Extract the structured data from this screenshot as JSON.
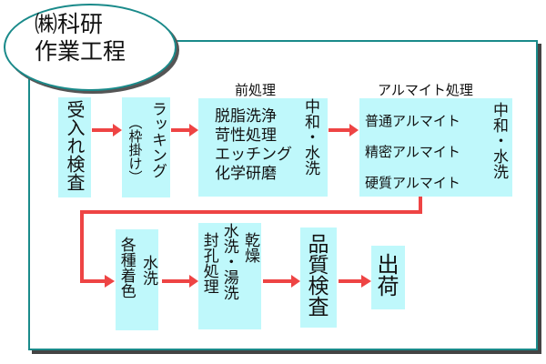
{
  "title": {
    "line1": "㈱科研",
    "line2": "作業工程"
  },
  "row1": {
    "receiving": "受入れ検査",
    "racking": "ラッキング",
    "racking_note": "（枠掛け）",
    "pre_label": "前処理",
    "pre_items": [
      "脱脂洗浄",
      "苛性処理",
      "エッチング",
      "化学研磨"
    ],
    "pre_rinse": "中和・水洗",
    "alumite_label": "アルマイト処理",
    "alumite_items": [
      "普通アルマイト",
      "精密アルマイト",
      "硬質アルマイト"
    ],
    "alumite_rinse": "中和・水洗"
  },
  "row2": {
    "coloring": "各種着色",
    "coloring_rinse": "水洗",
    "sealing": "封孔処理",
    "sealing_rinse": "水洗・湯洗",
    "drying": "乾燥",
    "inspection": "品質検査",
    "shipping": "出荷"
  },
  "colors": {
    "arrow": "#ee4444",
    "box": "#bff8fb",
    "border": "#1a8a8a"
  }
}
